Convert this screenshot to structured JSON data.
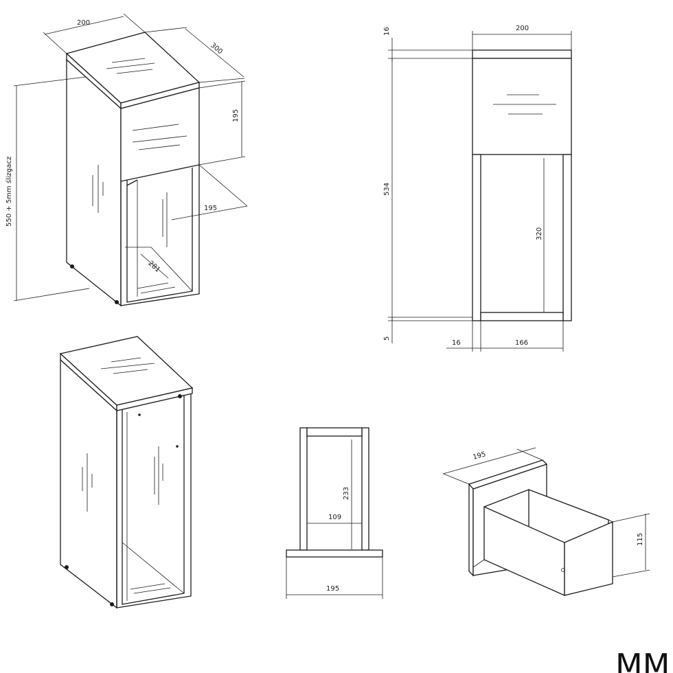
{
  "dimensions": {
    "iso_width": "200",
    "iso_depth": "300",
    "iso_drawer_height": "195",
    "iso_height": "550 + 5mm ślizgacz",
    "iso_inner_depth": "195",
    "iso_diag": "281",
    "front_width": "200",
    "front_top": "16",
    "front_height": "534",
    "front_inner": "320",
    "front_bottom": "5",
    "front_side": "16",
    "front_inner_width": "166",
    "drawer_side_height": "233",
    "drawer_side_inner": "109",
    "drawer_side_width": "195",
    "drawer_iso_width": "195",
    "drawer_iso_height": "115"
  },
  "brand": "MM"
}
